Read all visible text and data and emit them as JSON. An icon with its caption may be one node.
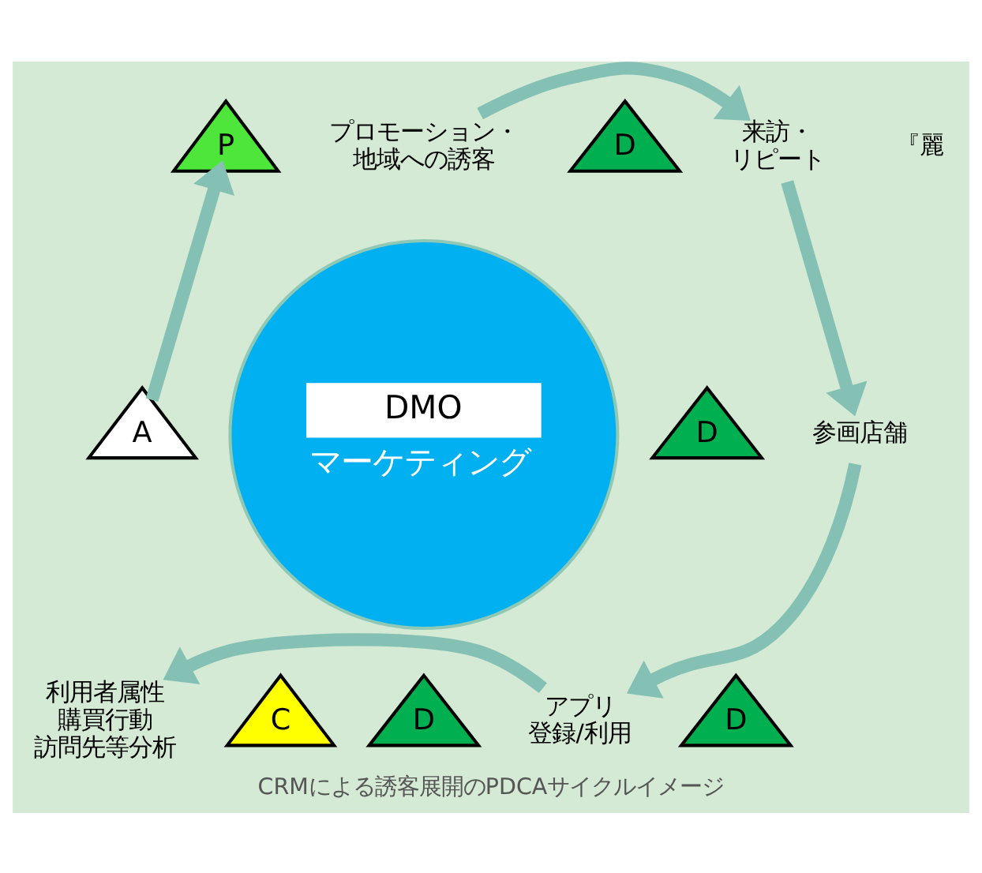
{
  "diagram": {
    "caption": "CRMによる誘客展開のPDCAサイクルイメージ",
    "nodes": [
      {
        "text": [
          "DMO",
          "マーケティング"
        ]
      },
      {
        "text": [
          "P"
        ]
      },
      {
        "text": [
          "プロモーション・地域への誘客"
        ]
      },
      {
        "text": [
          "D"
        ]
      },
      {
        "text": [
          "来訪・リピート"
        ]
      },
      {
        "text": [
          "D"
        ]
      },
      {
        "text": [
          "参画店舗"
        ]
      },
      {
        "text": [
          "D"
        ]
      },
      {
        "text": [
          "D"
        ]
      },
      {
        "text": [
          "アプリ登録/利用"
        ]
      },
      {
        "text": [
          "C"
        ]
      },
      {
        "text": [
          "利用者属性購買行動訪問先等分析"
        ]
      },
      {
        "text": [
          "A"
        ]
      }
    ],
    "edges": [
      {
        "from": 2,
        "to": 4,
        "arrow": "to"
      },
      {
        "from": 4,
        "to": 6,
        "arrow": "to"
      },
      {
        "from": 6,
        "to": 9,
        "arrow": "to"
      },
      {
        "from": 9,
        "to": 11,
        "arrow": "to"
      },
      {
        "from": 12,
        "to": 1,
        "arrow": "to"
      }
    ],
    "labels": [
      "『麗"
    ]
  }
}
